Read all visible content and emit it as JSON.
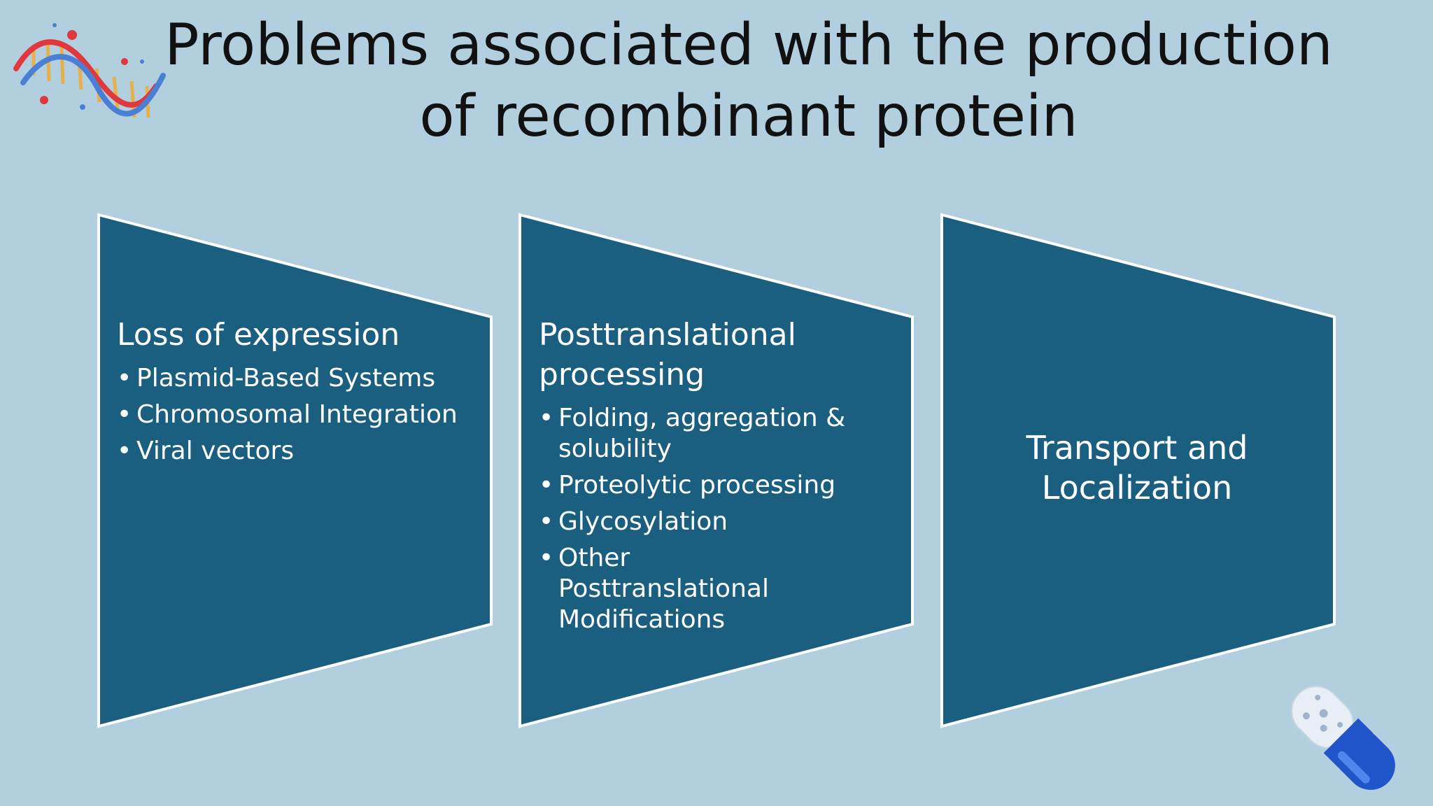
{
  "title": "Problems associated with the production of recombinant protein",
  "panels": [
    {
      "heading": "Loss of expression",
      "bullets": [
        "Plasmid-Based Systems",
        "Chromosomal Integration",
        "Viral vectors"
      ]
    },
    {
      "heading": "Posttranslational processing",
      "bullets": [
        "Folding, aggregation & solubility",
        "Proteolytic processing",
        "Glycosylation",
        "Other Posttranslational Modifications"
      ]
    },
    {
      "heading": "Transport and Localization",
      "bullets": []
    }
  ],
  "colors": {
    "background": "#b2cfdf",
    "panel_fill": "#1a5e80",
    "panel_border": "#ffffff",
    "text": "#ffffff",
    "title": "#111111"
  },
  "icons": [
    "dna-helix-icon",
    "capsule-pill-icon"
  ]
}
